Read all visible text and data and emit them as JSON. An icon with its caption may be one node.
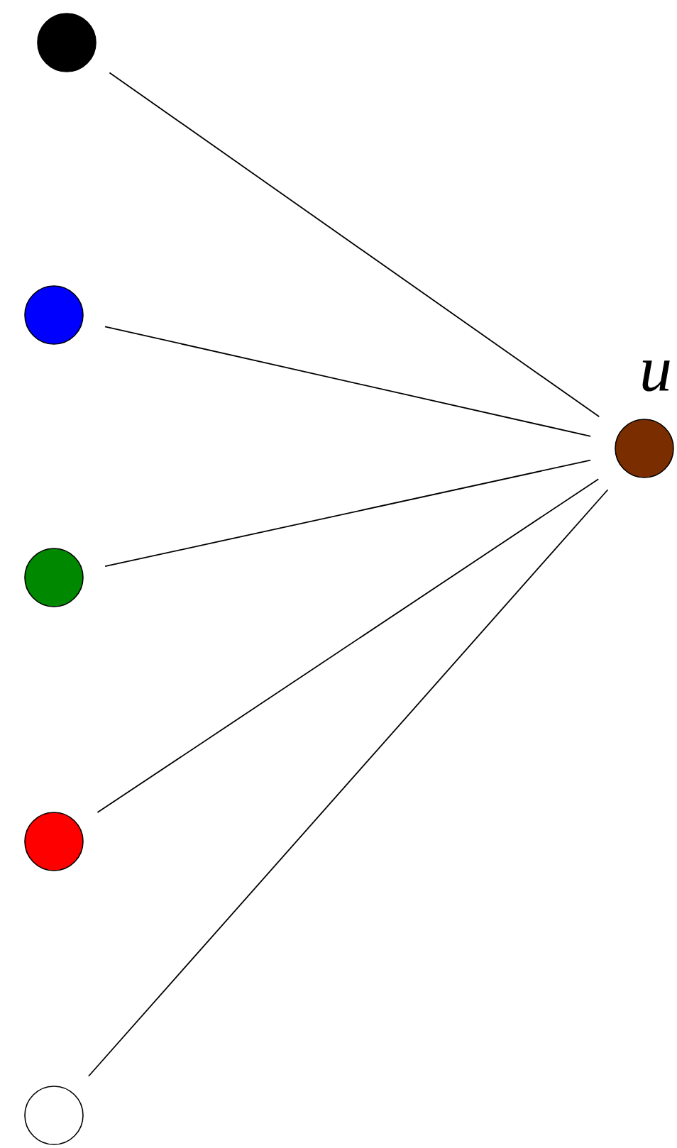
{
  "diagram": {
    "nodes": [
      {
        "text": [],
        "shape": "circle"
      },
      {
        "text": [],
        "shape": "circle"
      },
      {
        "text": [],
        "shape": "circle"
      },
      {
        "text": [],
        "shape": "circle"
      },
      {
        "text": [],
        "shape": "circle"
      },
      {
        "text": [],
        "shape": "circle",
        "beside": [
          "u"
        ]
      }
    ],
    "edges": [
      {
        "from": 0,
        "to": 5,
        "arrow": "none"
      },
      {
        "from": 1,
        "to": 5,
        "arrow": "none"
      },
      {
        "from": 2,
        "to": 5,
        "arrow": "none"
      },
      {
        "from": 3,
        "to": 5,
        "arrow": "none"
      },
      {
        "from": 4,
        "to": 5,
        "arrow": "none"
      }
    ]
  }
}
